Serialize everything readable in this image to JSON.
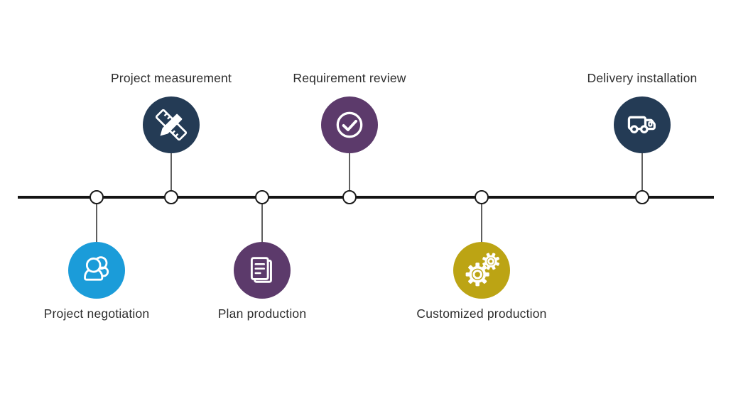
{
  "background_color": "#ffffff",
  "label_color": "#2d2d2d",
  "timeline": {
    "line_color": "#141414",
    "node_fill": "#ffffff",
    "node_border_color": "#1a1a1a",
    "connector_color": "#5f5f5f"
  },
  "steps": [
    {
      "label": "Project negotiation",
      "position": "below",
      "color": "#1b9cd9",
      "icon": "people-icon"
    },
    {
      "label": "Project measurement",
      "position": "above",
      "color": "#243b55",
      "icon": "ruler-pencil-icon"
    },
    {
      "label": "Plan production",
      "position": "below",
      "color": "#5c3a6b",
      "icon": "document-icon"
    },
    {
      "label": "Requirement review",
      "position": "above",
      "color": "#5c3a6b",
      "icon": "check-circle-icon"
    },
    {
      "label": "Customized production",
      "position": "below",
      "color": "#bca414",
      "icon": "gears-icon"
    },
    {
      "label": "Delivery installation",
      "position": "above",
      "color": "#243b55",
      "icon": "truck-icon"
    }
  ]
}
